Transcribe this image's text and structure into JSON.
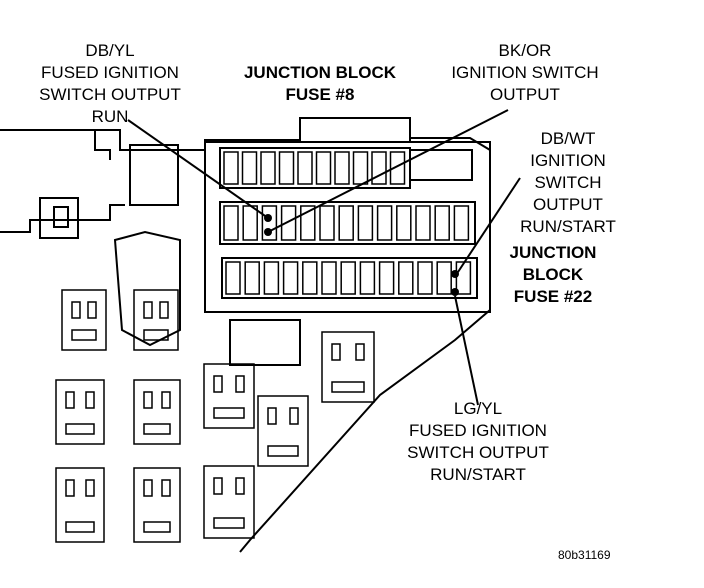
{
  "labels": {
    "db_yl": [
      "DB/YL",
      "FUSED IGNITION",
      "SWITCH OUTPUT",
      "RUN"
    ],
    "junction_fuse8": [
      "JUNCTION BLOCK",
      "FUSE #8"
    ],
    "bk_or": [
      "BK/OR",
      "IGNITION SWITCH",
      "OUTPUT"
    ],
    "db_wt": [
      "DB/WT",
      "IGNITION",
      "SWITCH",
      "OUTPUT",
      "RUN/START"
    ],
    "junction_fuse22": [
      "JUNCTION",
      "BLOCK",
      "FUSE #22"
    ],
    "lg_yl": [
      "LG/YL",
      "FUSED IGNITION",
      "SWITCH OUTPUT",
      "RUN/START"
    ]
  },
  "figure_id": "80b31169",
  "colors": {
    "ink": "#000000",
    "paper": "#ffffff"
  }
}
